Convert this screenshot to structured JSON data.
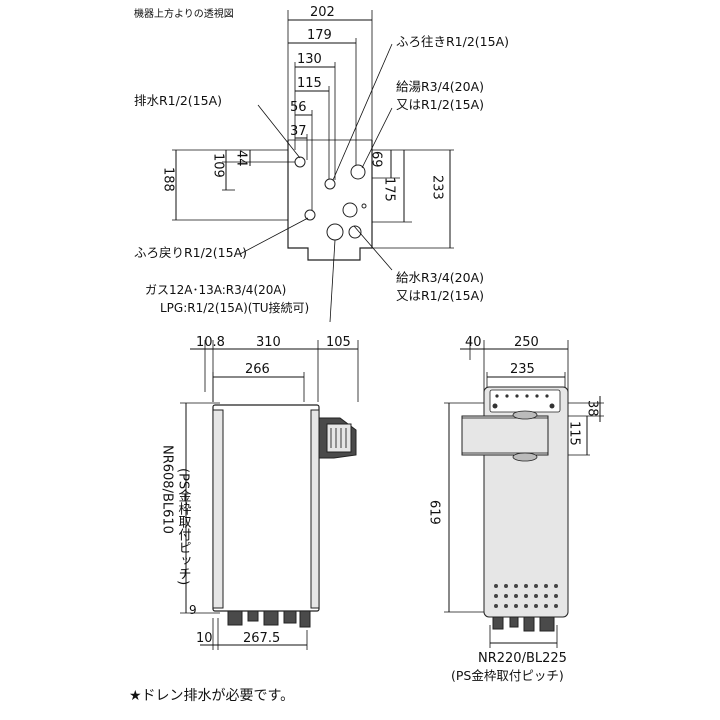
{
  "top_view": {
    "caption": "機器上方よりの透視図",
    "widths": [
      "202",
      "179",
      "130",
      "115",
      "56",
      "37"
    ],
    "depths": [
      "188",
      "109",
      "44",
      "69",
      "175",
      "233"
    ],
    "labels": {
      "drain": "排水R1/2(15A)",
      "bath_out": "ふろ往きR1/2(15A)",
      "hot_supply": "給湯R3/4(20A)",
      "hot_supply_alt": "又はR1/2(15A)",
      "bath_return": "ふろ戻りR1/2(15A)",
      "water_supply": "給水R3/4(20A)",
      "water_supply_alt": "又はR1/2(15A)",
      "gas": "ガス12A･13A:R3/4(20A)",
      "lpg": "LPG:R1/2(15A)(TU接続可)"
    }
  },
  "side_view": {
    "dim_top_left": "10.8",
    "dim_width": "310",
    "dim_right": "105",
    "dim_inner": "266",
    "dim_pitch": "NR608/BL610",
    "dim_pitch_note": "(PS金枠取付ピッチ)",
    "dim_bottom_offset": "9",
    "dim_bottom_left": "10",
    "dim_bottom_width": "267.5"
  },
  "front_view": {
    "dim_left": "40",
    "dim_width": "250",
    "dim_inner": "235",
    "dim_top": "38",
    "dim_duct": "115",
    "dim_height": "619",
    "pitch_label": "NR220/BL225",
    "pitch_note": "(PS金枠取付ピッチ)"
  },
  "footnote": "★ドレン排水が必要です。"
}
